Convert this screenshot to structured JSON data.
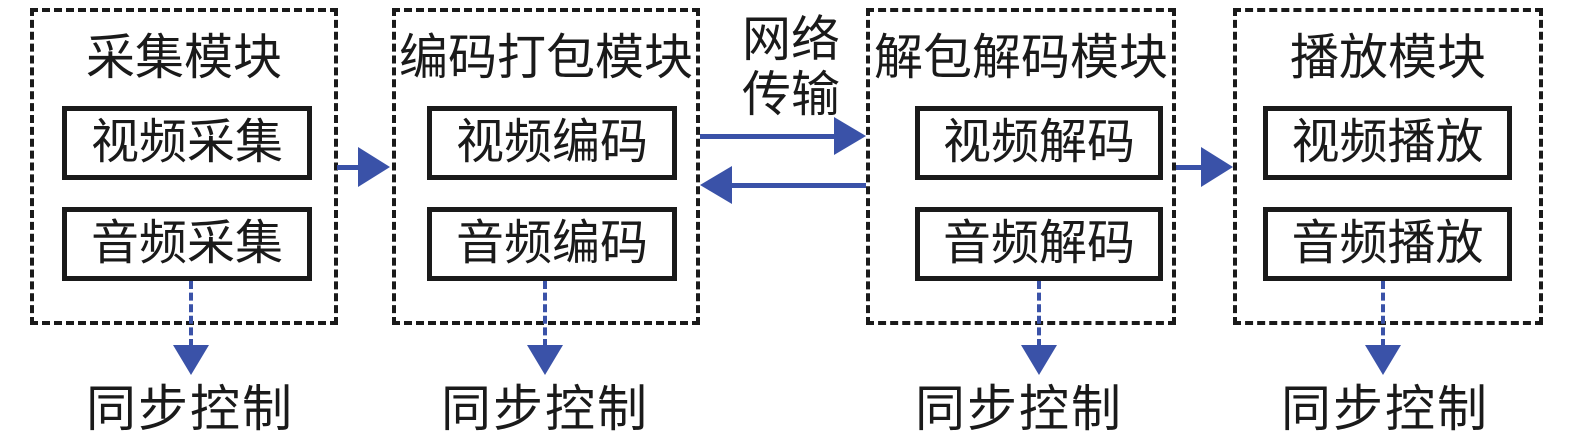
{
  "modules": [
    {
      "title": "采集模块",
      "boxes": [
        "视频采集",
        "音频采集"
      ],
      "sync_label": "同步控制"
    },
    {
      "title": "编码打包模块",
      "boxes": [
        "视频编码",
        "音频编码"
      ],
      "sync_label": "同步控制"
    },
    {
      "title": "解包解码模块",
      "boxes": [
        "视频解码",
        "音频解码"
      ],
      "sync_label": "同步控制"
    },
    {
      "title": "播放模块",
      "boxes": [
        "视频播放",
        "音频播放"
      ],
      "sync_label": "同步控制"
    }
  ],
  "network_label": {
    "line1": "网络",
    "line2": "传输"
  },
  "colors": {
    "arrow_blue": "#3a52a8",
    "outline_black": "#1a1a1a"
  }
}
